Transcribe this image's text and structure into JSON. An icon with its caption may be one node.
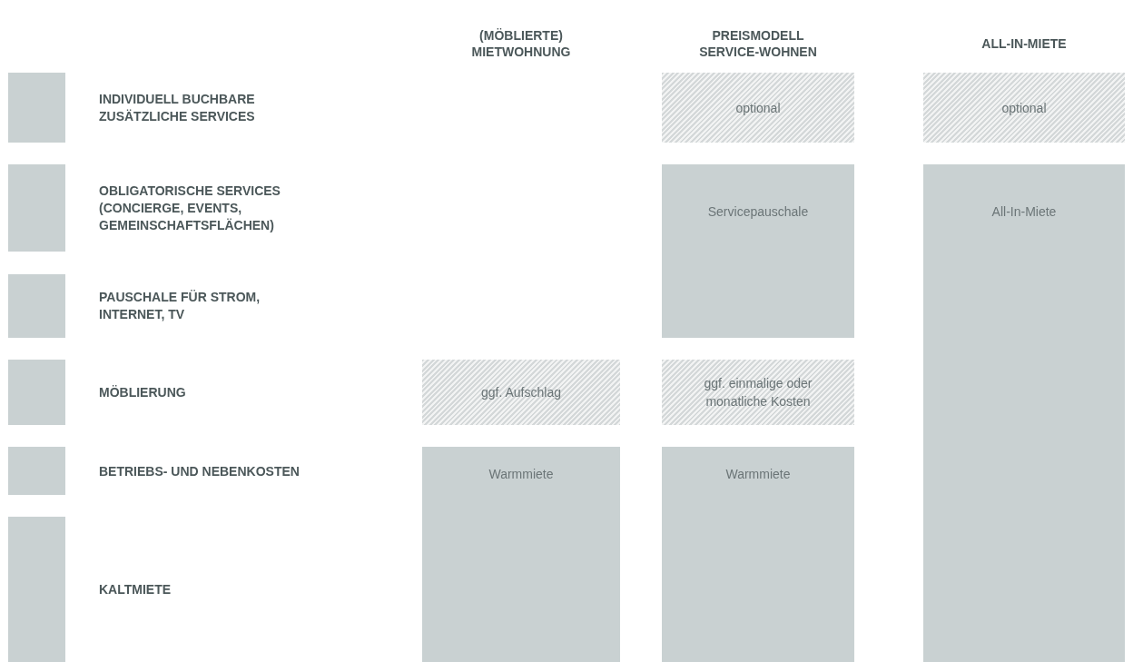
{
  "diagram": {
    "nodes": [
      {
        "text": [
          "INDIVIDUELL BUCHBARE ZUSÄTZLICHE SERVICES"
        ]
      },
      {
        "text": [
          "OBLIGATORISCHE SERVICES (CONCIERGE, EVENTS, GEMEINSCHAFTSFLÄCHEN)"
        ]
      },
      {
        "text": [
          "PAUSCHALE FÜR STROM, INTERNET, TV"
        ]
      },
      {
        "text": [
          "MÖBLIERUNG"
        ]
      },
      {
        "text": [
          "BETRIEBS- UND NEBENKOSTEN"
        ]
      },
      {
        "text": [
          "KALTMIETE"
        ]
      },
      {
        "text": [
          "optional"
        ]
      },
      {
        "text": [
          "optional"
        ]
      },
      {
        "text": [
          "Servicepauschale"
        ]
      },
      {
        "text": [
          "All-In-Miete"
        ]
      },
      {
        "text": [
          "ggf. Aufschlag"
        ]
      },
      {
        "text": [
          "ggf. einmalige oder monatliche Kosten"
        ]
      },
      {
        "text": [
          "Warmmiete"
        ]
      },
      {
        "text": [
          "Warmmiete"
        ]
      }
    ],
    "edges": [],
    "labels": [
      "(MÖBLIERTE) MIETWOHNUNG",
      "PREISMODELL SERVICE-WOHNEN",
      "ALL-IN-MIETE"
    ]
  }
}
